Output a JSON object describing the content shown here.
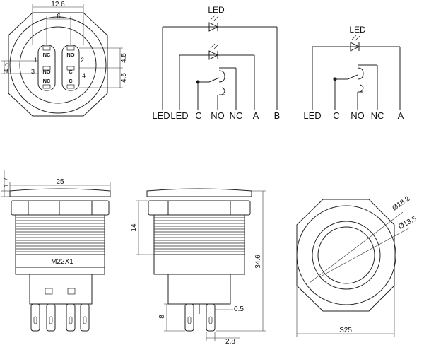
{
  "top_view": {
    "width_outer": "12.6",
    "width_inner": "6",
    "dim_left": "4.5",
    "dim_right_a": "4.5",
    "dim_right_b": "4.5",
    "terminals": [
      "NC",
      "NO",
      "NO",
      "C",
      "NC",
      "C"
    ],
    "pins": [
      "1",
      "2",
      "3",
      "4"
    ]
  },
  "schematic_a": {
    "led_label": "LED",
    "labels": [
      "LED",
      "LED",
      "C",
      "NO",
      "NC",
      "A",
      "B"
    ]
  },
  "schematic_b": {
    "led_label": "LED",
    "labels": [
      "LED",
      "C",
      "NO",
      "NC",
      "A"
    ]
  },
  "front_view": {
    "dim_top": "1.7",
    "dim_width": "25",
    "thread_label": "M22X1"
  },
  "side_view": {
    "dim_14": "14",
    "dim_34_6": "34.6",
    "dim_8": "8",
    "dim_0_5": "0.5",
    "dim_2_8": "2.8"
  },
  "face_view": {
    "dia_outer": "Ø18.2",
    "dia_inner": "Ø13.5",
    "hex": "S25"
  }
}
